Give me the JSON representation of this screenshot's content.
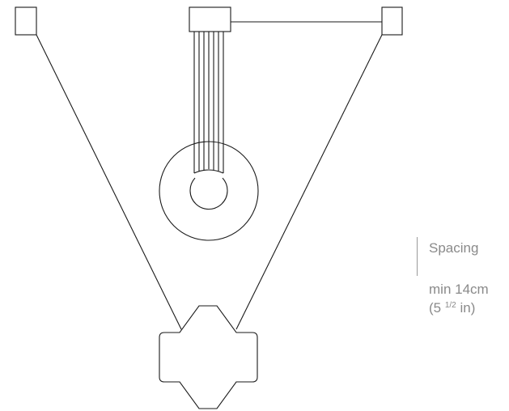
{
  "spacing": {
    "title": "Spacing",
    "min_metric": "min 14cm",
    "min_imperial_prefix": "(5 ",
    "min_imperial_fraction": "1/2",
    "min_imperial_suffix": " in)"
  },
  "colors": {
    "line": "#1a1a1a",
    "label": "#8a8a8a",
    "divider": "#9a9a9a",
    "background": "#ffffff"
  }
}
